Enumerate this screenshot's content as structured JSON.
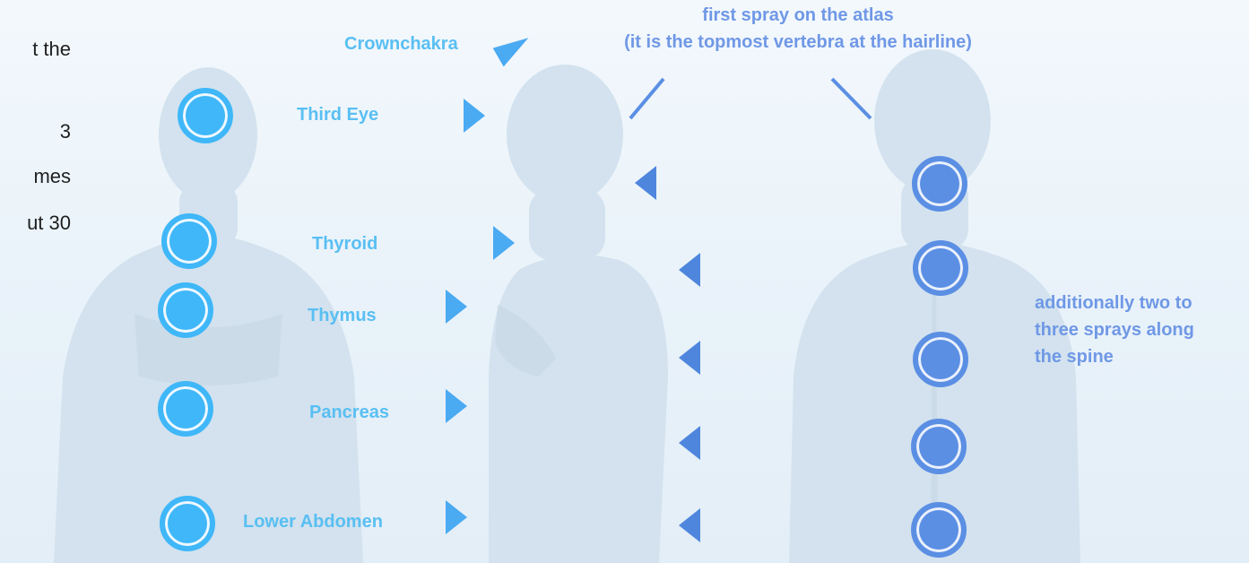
{
  "intro_fragments": [
    "t the",
    "3",
    "mes",
    "ut 30"
  ],
  "front_labels": [
    {
      "key": "crown",
      "text": "Crownchakra"
    },
    {
      "key": "third_eye",
      "text": "Third Eye"
    },
    {
      "key": "thyroid",
      "text": "Thyroid"
    },
    {
      "key": "thymus",
      "text": "Thymus"
    },
    {
      "key": "pancreas",
      "text": "Pancreas"
    },
    {
      "key": "lower_abdomen",
      "text": "Lower Abdomen"
    }
  ],
  "atlas_note": [
    "first spray on the atlas",
    "(it is the topmost vertebra at the hairline)"
  ],
  "spine_note": [
    "additionally two to",
    "three sprays along",
    "the spine"
  ],
  "colors": {
    "front_points": "#3fb7f8",
    "back_points": "#5b8fe4",
    "front_labels": "#59bff3",
    "back_labels": "#6f98e6",
    "background": "#eaf3fa"
  }
}
